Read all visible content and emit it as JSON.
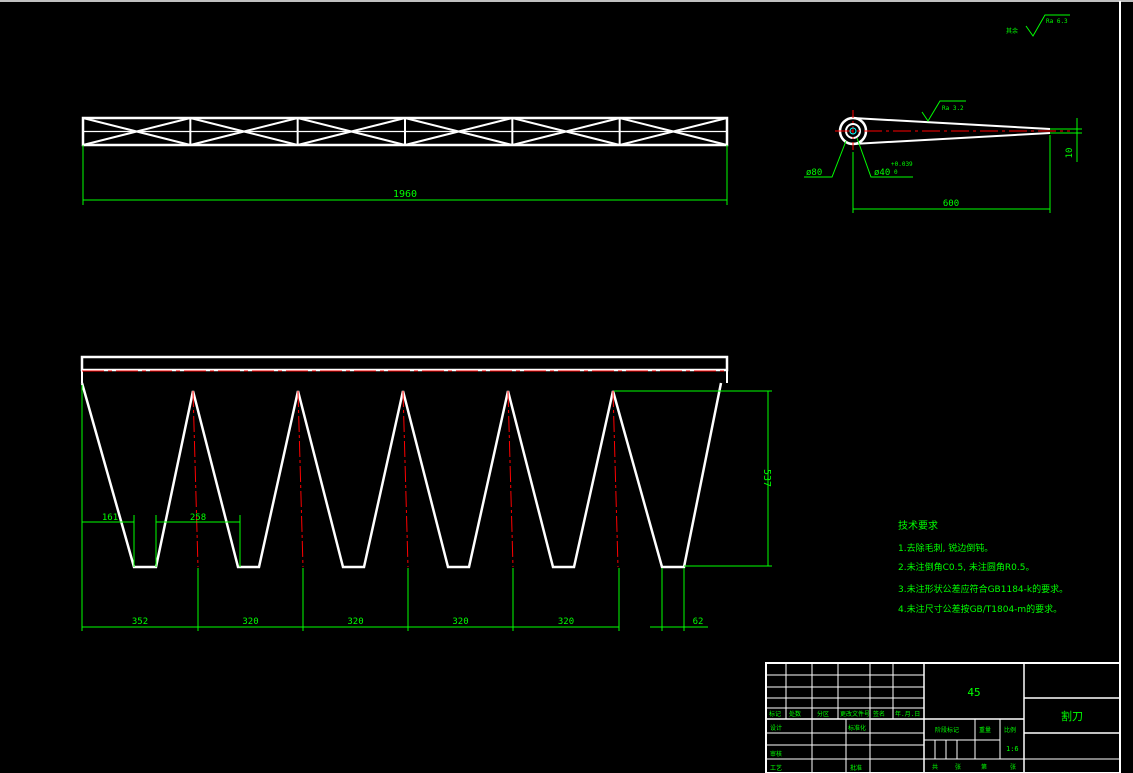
{
  "colors": {
    "background": "#000000",
    "outline": "#ffffff",
    "dimension": "#00ff00",
    "centerline": "#ff0000",
    "marker": "#00ffff"
  },
  "top_view": {
    "length_label": "1960"
  },
  "side_view": {
    "hub_outer_label": "ø80",
    "hub_inner_label": "ø40",
    "hub_inner_tol_upper": "+0.039",
    "hub_inner_tol_lower": "0",
    "length_label": "600",
    "thickness_label": "10",
    "roughness_local": "Ra 3.2"
  },
  "roughness_general": {
    "prefix": "其余",
    "value": "Ra 6.3"
  },
  "front_view": {
    "tooth_count": 5,
    "height_label": "537",
    "root_width_label": "161",
    "tooth_base_label": "258",
    "spacings": [
      "352",
      "320",
      "320",
      "320",
      "320"
    ],
    "edge_label": "62"
  },
  "notes": {
    "title": "技术要求",
    "items": [
      "1.去除毛刺, 锐边倒钝。",
      "2.未注倒角C0.5, 未注圆角R0.5。",
      "3.未注形状公差应符合GB1184-k的要求。",
      "4.未注尺寸公差按GB/T1804-m的要求。"
    ]
  },
  "title_block": {
    "material": "45",
    "part_name": "割刀",
    "scale": "1:6",
    "labels": {
      "mark": "标记",
      "count": "处数",
      "zone": "分区",
      "change_doc": "更改文件号",
      "sign": "签名",
      "date": "年.月.日",
      "design": "设计",
      "standardize": "标准化",
      "review": "审核",
      "process": "工艺",
      "approve": "批准",
      "stage_mark": "阶段标记",
      "weight": "重量",
      "scale": "比例",
      "total": "共",
      "sheet": "张",
      "number": "第"
    }
  }
}
